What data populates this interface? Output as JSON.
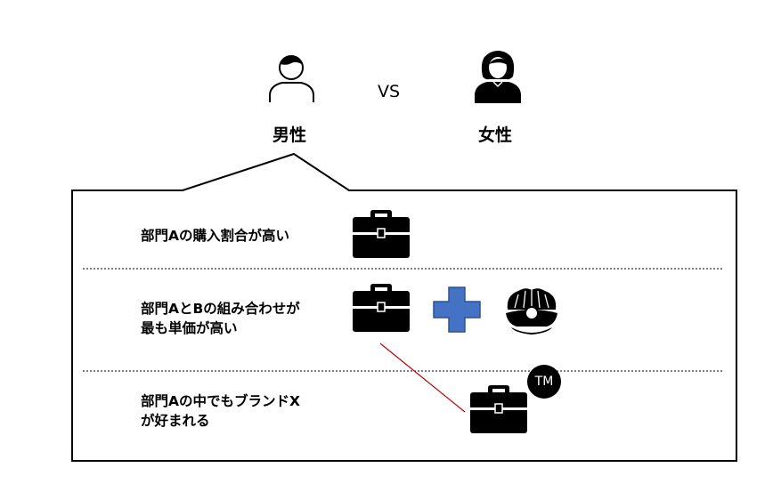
{
  "header": {
    "male_label": "男性",
    "vs_label": "VS",
    "female_label": "女性",
    "male_icon": "male-outline-person-icon",
    "female_icon": "female-filled-person-icon"
  },
  "rows": [
    {
      "line1": "部門Aの購入割合が高い",
      "line2": "",
      "icons": [
        "briefcase-icon"
      ]
    },
    {
      "line1": "部門AとBの組み合わせが",
      "line2": "最も単価が高い",
      "icons": [
        "briefcase-icon",
        "plus-icon",
        "pearl-oyster-icon"
      ]
    },
    {
      "line1": "部門Aの中でもブランドX",
      "line2": "が好まれる",
      "icons": [
        "briefcase-icon",
        "trademark-badge-icon"
      ]
    }
  ],
  "trademark_badge_text": "TM",
  "colors": {
    "plus_fill": "#4472C4",
    "connector_line": "#C00000",
    "outline": "#000000"
  }
}
